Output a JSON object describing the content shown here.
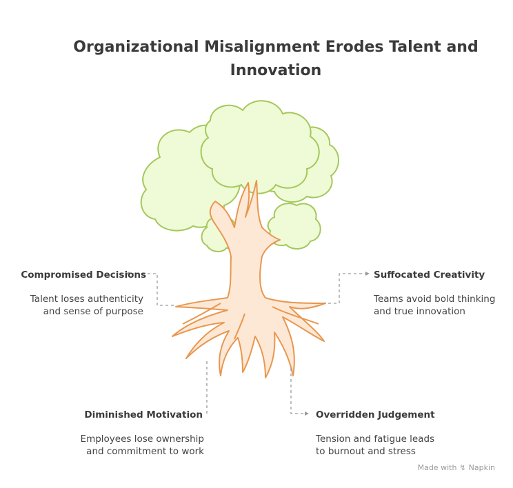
{
  "title": "Organizational Misalignment Erodes Talent and Innovation",
  "colors": {
    "foliage_fill": "#effad7",
    "foliage_stroke": "#a4c85a",
    "trunk_fill": "#fde8d6",
    "trunk_stroke": "#e8974f",
    "connector": "#9a9a9a",
    "text": "#3a3a3a"
  },
  "items": [
    {
      "title": "Compromised Decisions",
      "desc": "Talent loses authenticity\nand sense of purpose"
    },
    {
      "title": "Suffocated Creativity",
      "desc": "Teams avoid bold thinking\nand true innovation"
    },
    {
      "title": "Diminished Motivation",
      "desc": "Employees lose ownership\nand commitment to work"
    },
    {
      "title": "Overridden Judgement",
      "desc": "Tension and fatigue leads\nto burnout and stress"
    }
  ],
  "footer": {
    "made_with": "Made with",
    "brand": "Napkin",
    "icon": "napkin-logo-icon"
  }
}
